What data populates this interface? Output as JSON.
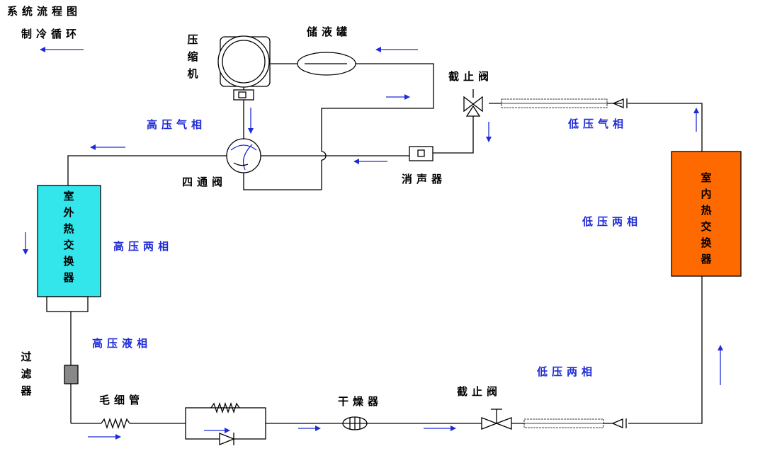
{
  "title": "系统流程图",
  "subtitle": "制冷循环",
  "components": {
    "compressor": "压缩机",
    "receiver": "储液罐",
    "stop_valve_top": "截止阀",
    "stop_valve_bottom": "截止阀",
    "four_way_valve": "四通阀",
    "muffler": "消声器",
    "outdoor_hx": "室外热交换器",
    "indoor_hx": "室内热交换器",
    "filter": "过滤器",
    "capillary": "毛细管",
    "dryer": "干燥器"
  },
  "states": {
    "hp_gas": "高压气相",
    "lp_gas": "低压气相",
    "hp_two_phase": "高压两相",
    "lp_two_phase_right": "低压两相",
    "hp_liquid": "高压液相",
    "lp_two_phase_bottom": "低压两相"
  },
  "colors": {
    "line": "#000000",
    "arrow": "#1f2bd6",
    "state_text": "#1f2bd6",
    "outdoor_hx": "#33e6ec",
    "indoor_hx": "#ff6a00",
    "filter": "#888888"
  }
}
